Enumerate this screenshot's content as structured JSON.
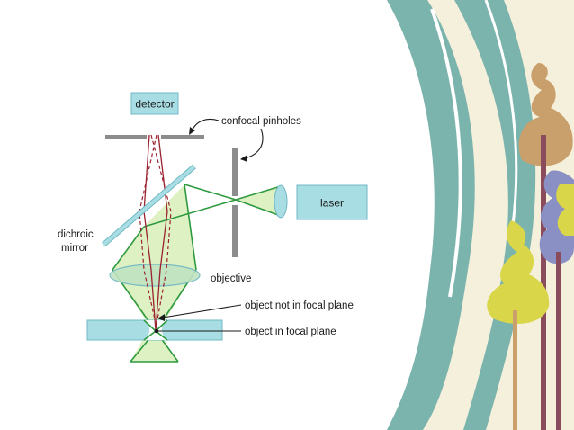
{
  "diagram": {
    "labels": {
      "detector": "detector",
      "confocal_pinholes": "confocal pinholes",
      "laser": "laser",
      "dichroic_line1": "dichroic",
      "dichroic_line2": "mirror",
      "objective": "objective",
      "object_not_in_focal_plane": "object not in focal plane",
      "object_in_focal_plane": "object in focal plane"
    },
    "colors": {
      "component_fill": "#a8dde3",
      "component_stroke": "#6fb8c4",
      "beam_green": "#2e9a3e",
      "beam_fill": "#d8eeb8",
      "ray_red": "#9a2230",
      "pinhole_gray": "#8c8c8c"
    }
  },
  "decor": {
    "colors": {
      "teal": "#7bb4ad",
      "cream": "#f5f0dc",
      "tree_yellow": "#d9d64a",
      "tree_brown": "#c9a06b",
      "tree_purple": "#8a8fc4",
      "trunk": "#8a4b5c"
    }
  }
}
